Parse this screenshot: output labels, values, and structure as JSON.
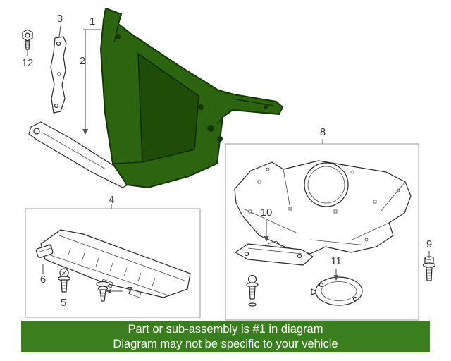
{
  "callouts": {
    "labels": [
      "1",
      "2",
      "3",
      "4",
      "5",
      "6",
      "7",
      "8",
      "9",
      "10",
      "11",
      "12"
    ]
  },
  "banner": {
    "line1": "Part or sub-assembly is #1 in diagram",
    "line2": "Diagram may not be specific to your vehicle",
    "bg_color": "#3b7e20",
    "text_color": "#ffffff"
  },
  "colors": {
    "highlight_part_fill": "#2c640f",
    "highlight_part_inner": "#1f4d08",
    "highlight_part_outline": "#143701",
    "line_art": "#2b2b2b",
    "callout_text": "#3f3f3f",
    "group_box_border": "#9a9a9a"
  }
}
